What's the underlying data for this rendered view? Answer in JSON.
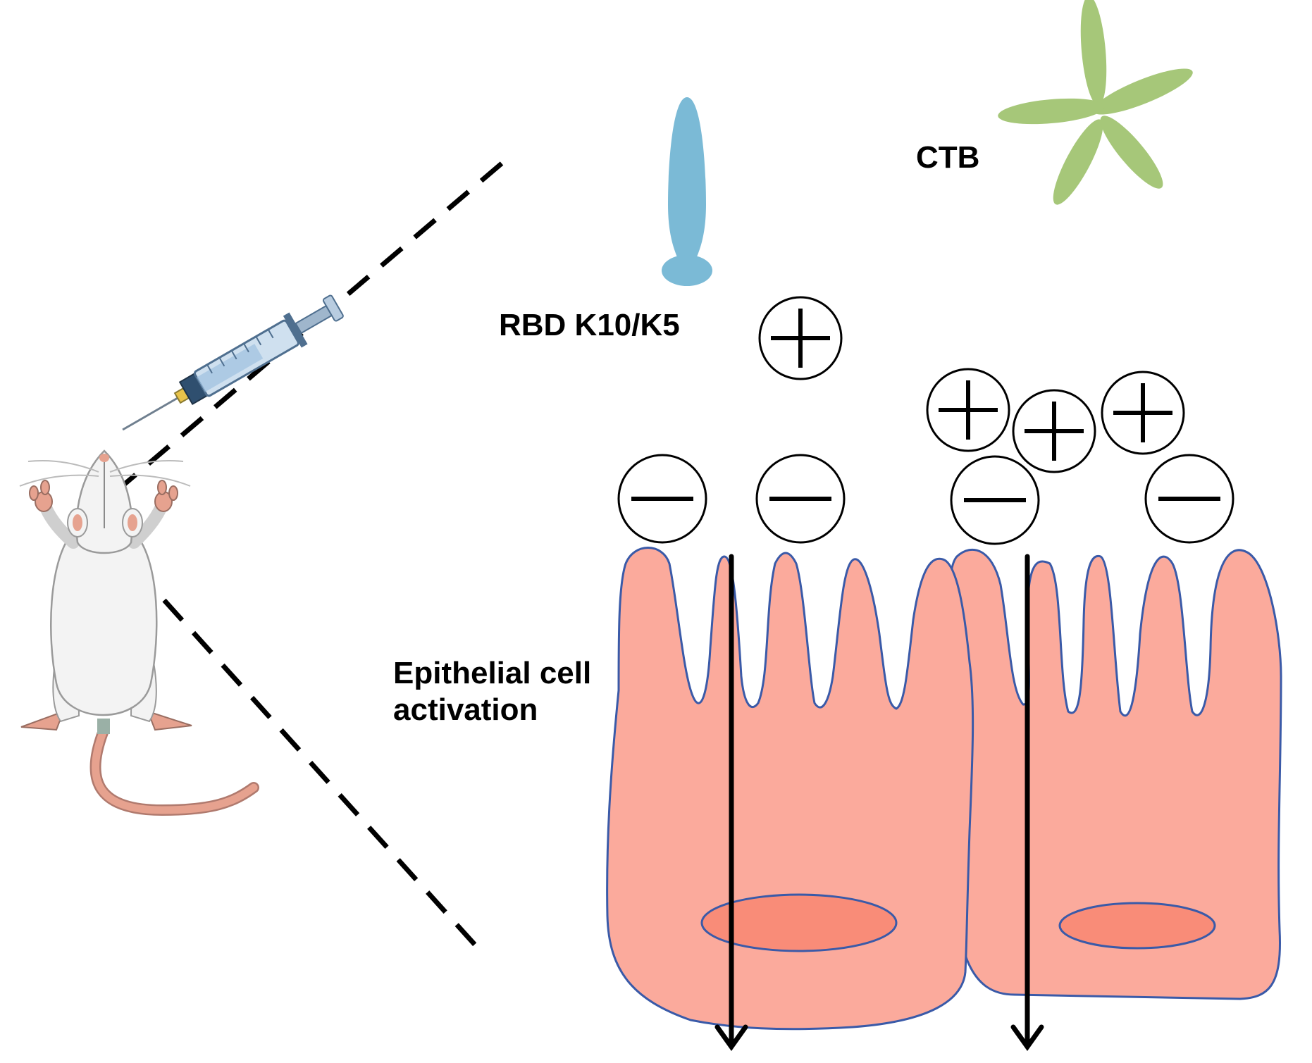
{
  "labels": {
    "rbd": "RBD K10/K5",
    "ctb": "CTB",
    "epithelial_line1": "Epithelial cell",
    "epithelial_line2": "activation"
  },
  "colors": {
    "rbd_molecule": "#7bbad6",
    "ctb_molecule": "#a6c779",
    "cell_fill": "#fbaa9c",
    "cell_outline": "#3a5aa8",
    "nucleus_fill": "#f98c78",
    "mouse_body": "#f3f3f3",
    "mouse_tail": "#e6a28f",
    "syringe_fill": "#cfe0ef",
    "syringe_stroke": "#4f6f8f"
  },
  "charges": {
    "positive_count": 4,
    "negative_count": 4
  },
  "icons": [
    "mouse-icon",
    "syringe-icon"
  ]
}
